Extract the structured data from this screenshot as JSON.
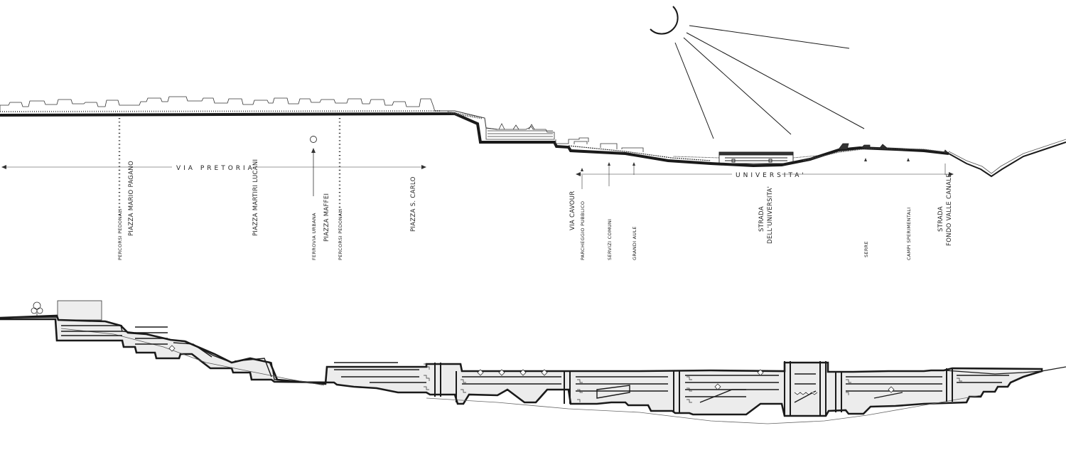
{
  "labels": {
    "via_pretoria": "VIA PRETORIA",
    "universita": "UNIVERSITA'",
    "percorsi_pedonali_1": "PERCORSI PEDONALI",
    "piazza_mario_pagano": "PIAZZA MARIO PAGANO",
    "piazza_martiri_lucani": "PIAZZA MARTIRI LUCANI",
    "ferrovia_urbana": "FERROVIA URBANA",
    "piazza_maffei": "PIAZZA MAFFEI",
    "percorsi_pedonali_2": "PERCORSI PEDONALI",
    "piazza_s_carlo": "PIAZZA S. CARLO",
    "via_cavour": "VIA CAVOUR",
    "parcheggio_pubblico": "PARCHEGGIO PUBBLICO",
    "servizi_comuni": "SERVIZI COMUNI",
    "grandi_aule": "GRANDI AULE",
    "strada_universita_1": "STRADA",
    "strada_universita_2": "DELL'UNIVERSITA'",
    "serre": "SERRE",
    "campi_sperimentali": "CAMPI SPERIMENTALI",
    "strada_fondo_1": "STRADA",
    "strada_fondo_2": "FONDO VALLE CANALE"
  },
  "colors": {
    "ink": "#1a1a1a",
    "fill": "#ececec",
    "paper": "#ffffff"
  }
}
